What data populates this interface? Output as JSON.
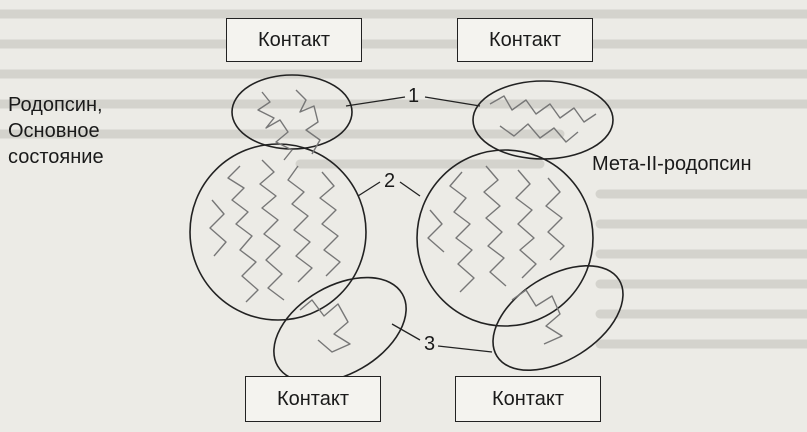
{
  "contact_top_left": "Контакт",
  "contact_top_right": "Контакт",
  "contact_bottom_left": "Контакт",
  "contact_bottom_right": "Контакт",
  "label_left_line1": "Родопсин,",
  "label_left_line2": "Основное",
  "label_left_line3": "состояние",
  "label_right": "Мета-II-родопсин",
  "num_1": "1",
  "num_2": "2",
  "num_3": "3",
  "colors": {
    "ink": "#222222",
    "protein": "#777777",
    "background": "#ecebe6",
    "faded_text": "#d4d3cd"
  }
}
